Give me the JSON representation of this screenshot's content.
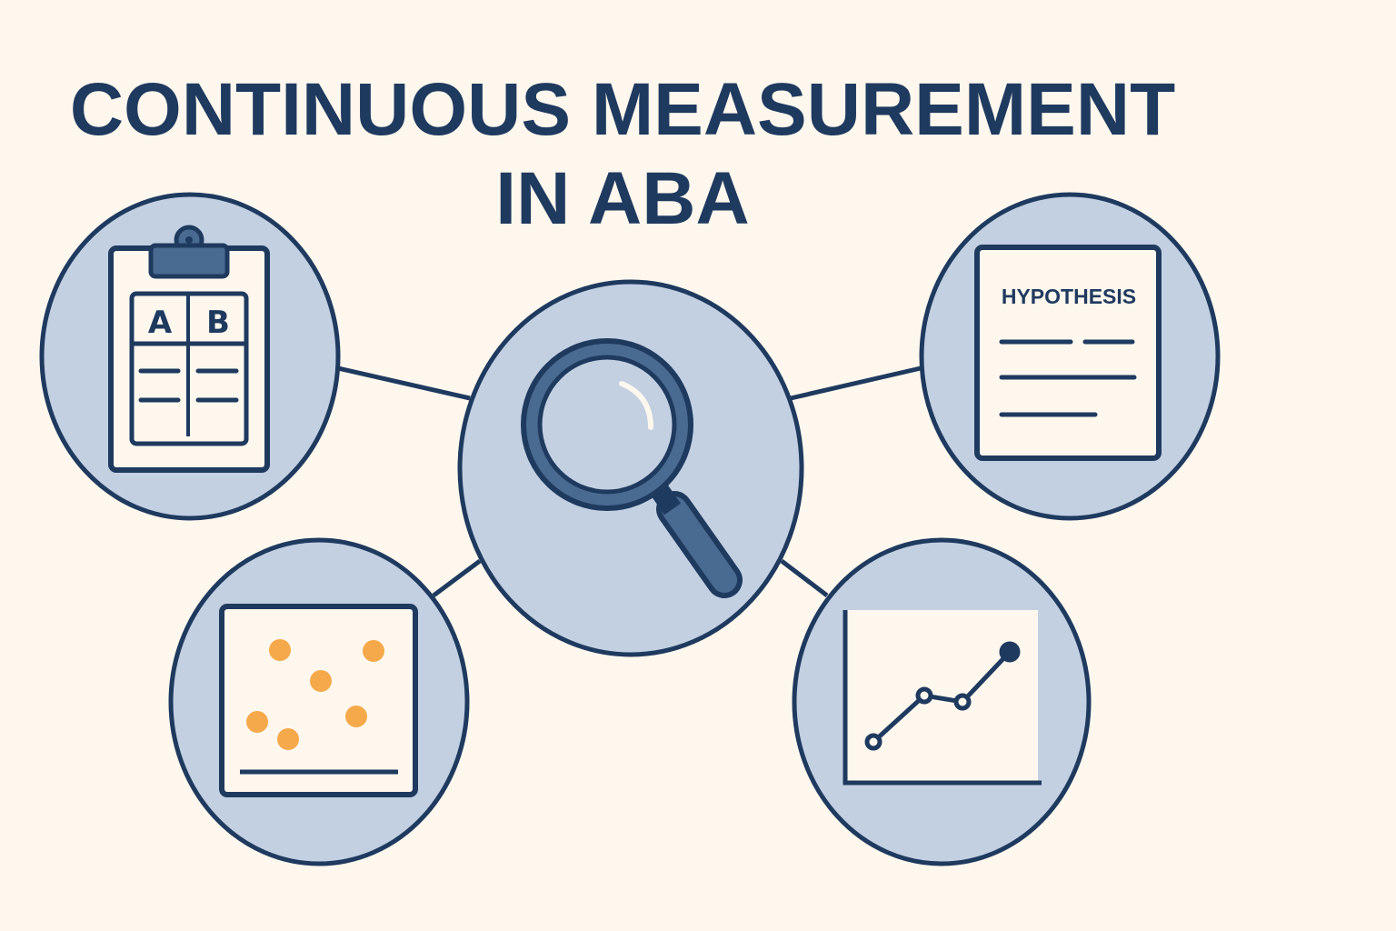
{
  "title": {
    "line1": "CONTINUOUS MEASUREMENT",
    "line2": "IN ABA"
  },
  "nodes": {
    "clipboard": {
      "icon": "clipboard-ab-icon",
      "col_a": "A",
      "col_b": "B"
    },
    "magnifier": {
      "icon": "magnifying-glass-icon"
    },
    "hypothesis": {
      "icon": "document-icon",
      "heading": "HYPOTHESIS"
    },
    "scatter": {
      "icon": "scatter-plot-icon"
    },
    "line_chart": {
      "icon": "line-chart-icon"
    }
  },
  "colors": {
    "background": "#fdf7ee",
    "circle_fill": "#c3d0e2",
    "stroke": "#1f3a5f",
    "accent": "#4a6b91",
    "dot": "#f5a94a",
    "paper": "#fdf7ee"
  }
}
